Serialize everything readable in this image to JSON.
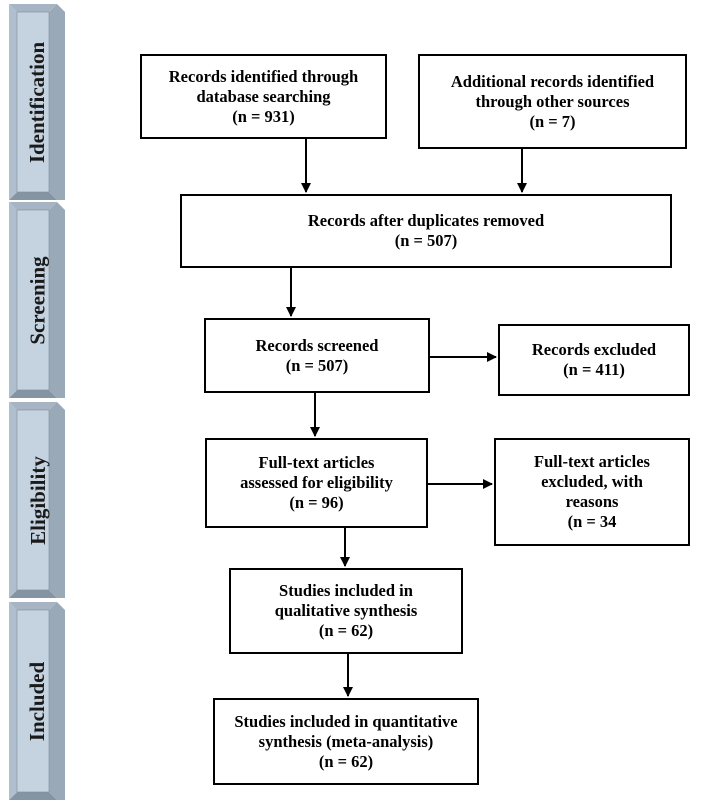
{
  "stages": [
    {
      "id": "identification",
      "label": "Identification"
    },
    {
      "id": "screening",
      "label": "Screening"
    },
    {
      "id": "eligibility",
      "label": "Eligibility"
    },
    {
      "id": "included",
      "label": "Included"
    }
  ],
  "boxes": {
    "database_search": {
      "lines": [
        "Records identified through",
        "database searching",
        "(n = 931)"
      ]
    },
    "other_sources": {
      "lines": [
        "Additional records identified",
        "through other sources",
        "(n = 7)"
      ]
    },
    "duplicates_removed": {
      "lines": [
        "Records after duplicates removed",
        "(n = 507)"
      ]
    },
    "screened": {
      "lines": [
        "Records screened",
        "(n = 507)"
      ]
    },
    "excluded": {
      "lines": [
        "Records excluded",
        "(n = 411)"
      ]
    },
    "fulltext_assessed": {
      "lines": [
        "Full-text articles",
        "assessed for eligibility",
        "(n = 96)"
      ]
    },
    "fulltext_excluded": {
      "lines": [
        "Full-text articles",
        "excluded, with",
        "reasons",
        "(n = 34"
      ]
    },
    "qualitative": {
      "lines": [
        "Studies included in",
        "qualitative synthesis",
        "(n = 62)"
      ]
    },
    "quantitative": {
      "lines": [
        "Studies included in quantitative",
        "synthesis (meta-analysis)",
        "(n = 62)"
      ]
    }
  },
  "colors": {
    "tab_face": "#c5d3e1",
    "tab_side": "#9aa9b8",
    "tab_top": "#a6b4c3",
    "border": "#000000"
  }
}
